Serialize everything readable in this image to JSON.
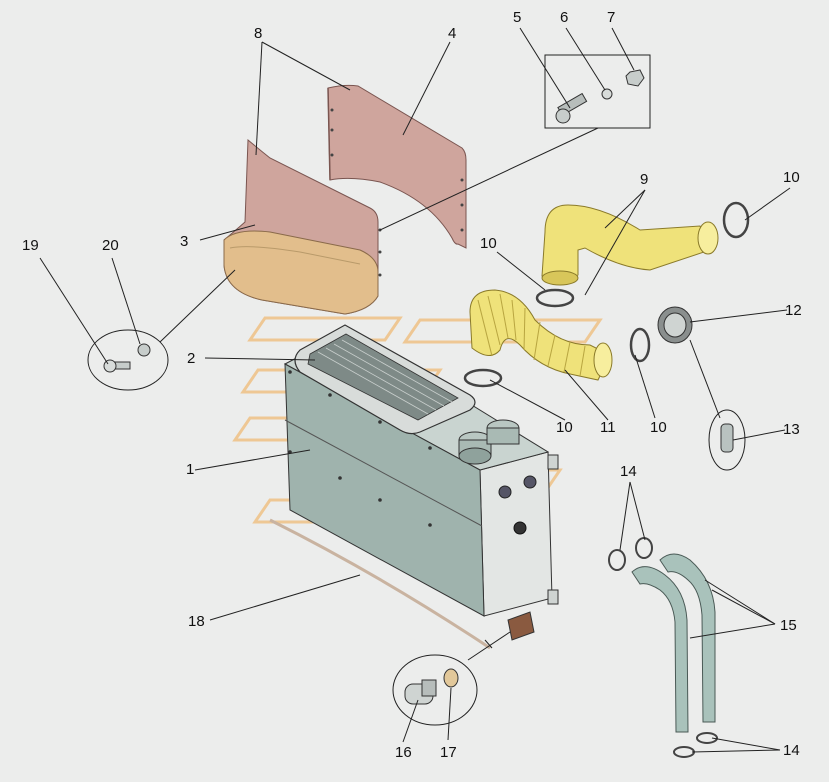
{
  "diagram": {
    "colors": {
      "background": "#ecedec",
      "panel_pink": "#cfa59d",
      "panel_pink_dark": "#b9867e",
      "duct_yellow": "#efe27a",
      "duct_yellow_dark": "#d8c65a",
      "housing_teal": "#9fb3ad",
      "housing_light": "#dfe3e1",
      "hose_teal": "#a9c2bb",
      "watermark": "#f0b870",
      "line": "#222222"
    },
    "callouts": [
      {
        "id": "1",
        "label": "1"
      },
      {
        "id": "2",
        "label": "2"
      },
      {
        "id": "3",
        "label": "3"
      },
      {
        "id": "4",
        "label": "4"
      },
      {
        "id": "5",
        "label": "5"
      },
      {
        "id": "6",
        "label": "6"
      },
      {
        "id": "7",
        "label": "7"
      },
      {
        "id": "8",
        "label": "8"
      },
      {
        "id": "9",
        "label": "9"
      },
      {
        "id": "10a",
        "label": "10"
      },
      {
        "id": "10b",
        "label": "10"
      },
      {
        "id": "10c",
        "label": "10"
      },
      {
        "id": "10d",
        "label": "10"
      },
      {
        "id": "11",
        "label": "11"
      },
      {
        "id": "12",
        "label": "12"
      },
      {
        "id": "13",
        "label": "13"
      },
      {
        "id": "14a",
        "label": "14"
      },
      {
        "id": "14b",
        "label": "14"
      },
      {
        "id": "15",
        "label": "15"
      },
      {
        "id": "16",
        "label": "16"
      },
      {
        "id": "17",
        "label": "17"
      },
      {
        "id": "18",
        "label": "18"
      },
      {
        "id": "19",
        "label": "19"
      },
      {
        "id": "20",
        "label": "20"
      }
    ]
  }
}
